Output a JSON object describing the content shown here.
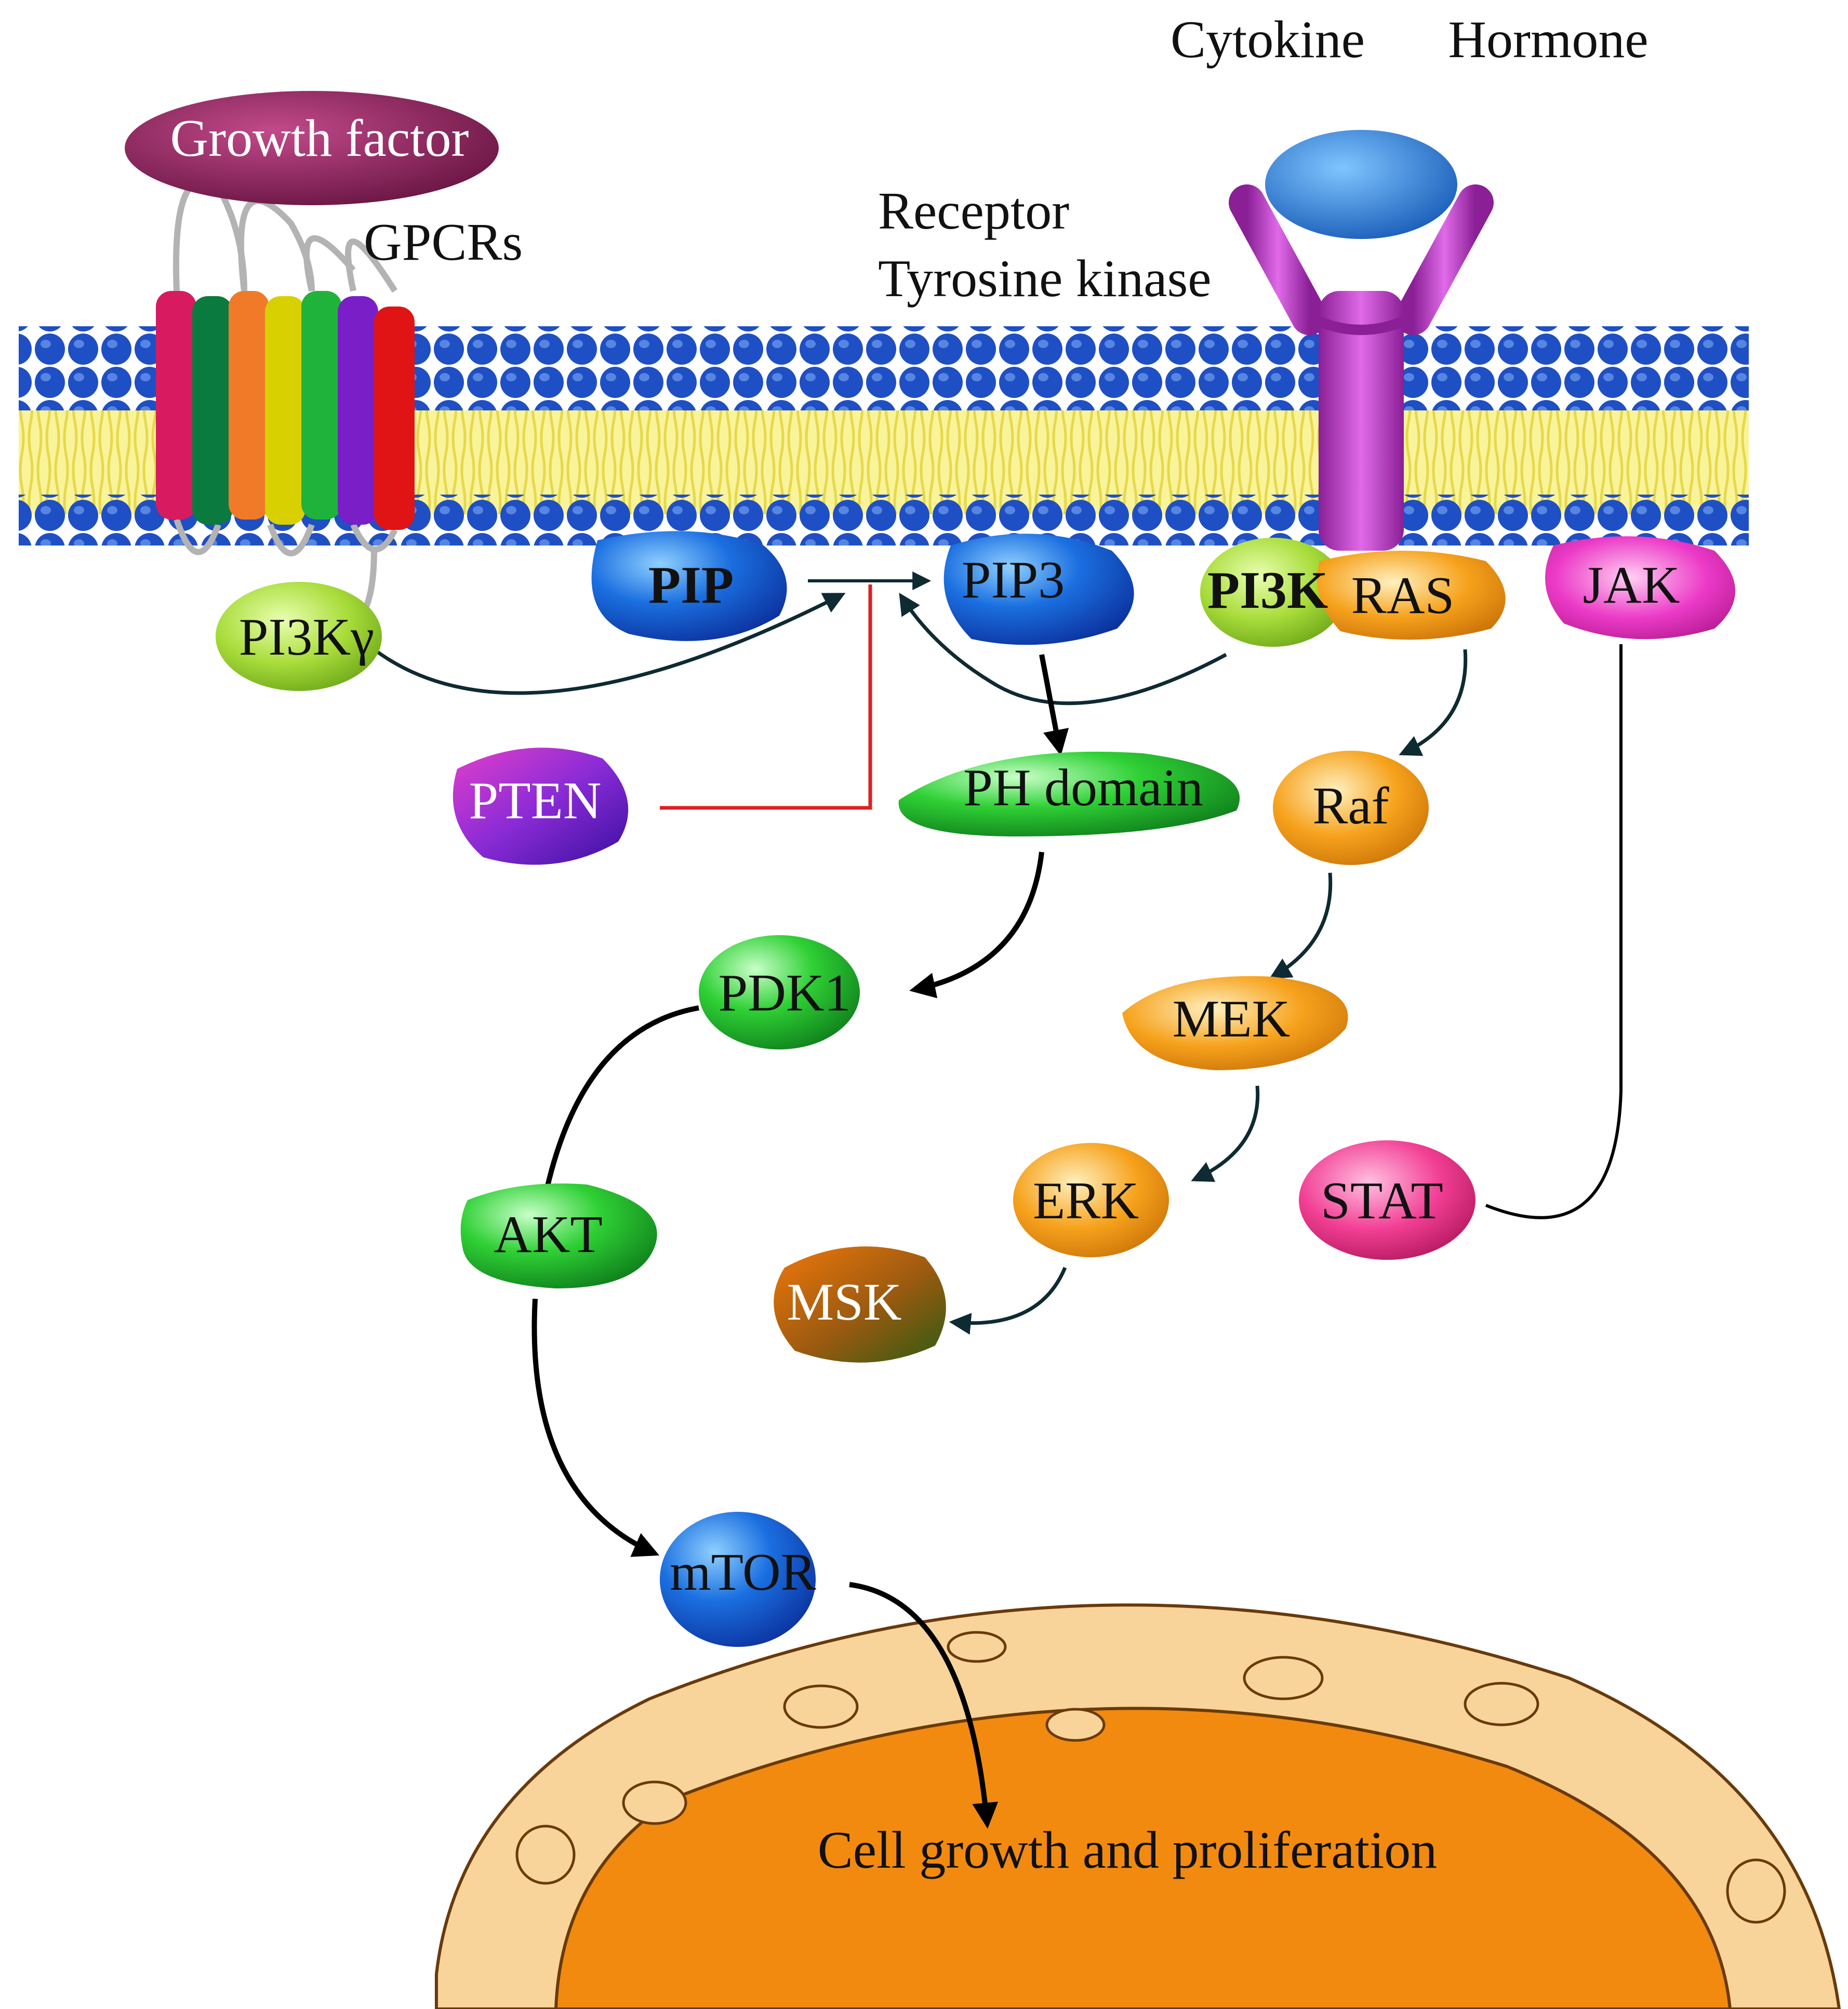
{
  "labels": {
    "cytokine": "Cytokine",
    "hormone": "Hormone",
    "growth_factor": "Growth factor",
    "gpcrs": "GPCRs",
    "receptor": "Receptor",
    "tyrosine_kinase": "Tyrosine kinase",
    "pip": "PIP",
    "pip3": "PIP3",
    "pi3k": "PI3K",
    "ras": "RAS",
    "jak": "JAK",
    "pi3k_gamma": "PI3Kγ",
    "pten": "PTEN",
    "ph_domain": "PH domain",
    "raf": "Raf",
    "pdk1": "PDK1",
    "mek": "MEK",
    "erk": "ERK",
    "stat": "STAT",
    "akt": "AKT",
    "msk": "MSK",
    "mtor": "mTOR",
    "cell_growth": "Cell growth and proliferation"
  },
  "colors": {
    "membrane_head": "#1f4fc4",
    "membrane_tail": "#f7f06a",
    "receptor": "#c23bc8",
    "ligand": "#1a6fd6",
    "growth_factor": "#8e1f5e",
    "orange_protein": "#f6a21c",
    "green_protein": "#2fd035",
    "blue_protein": "#1b6fe0",
    "inhibition": "#e02020",
    "nucleus_outer": "#f8d49a",
    "nucleus_inner": "#f28a10",
    "arrow": "#0e2a33"
  }
}
